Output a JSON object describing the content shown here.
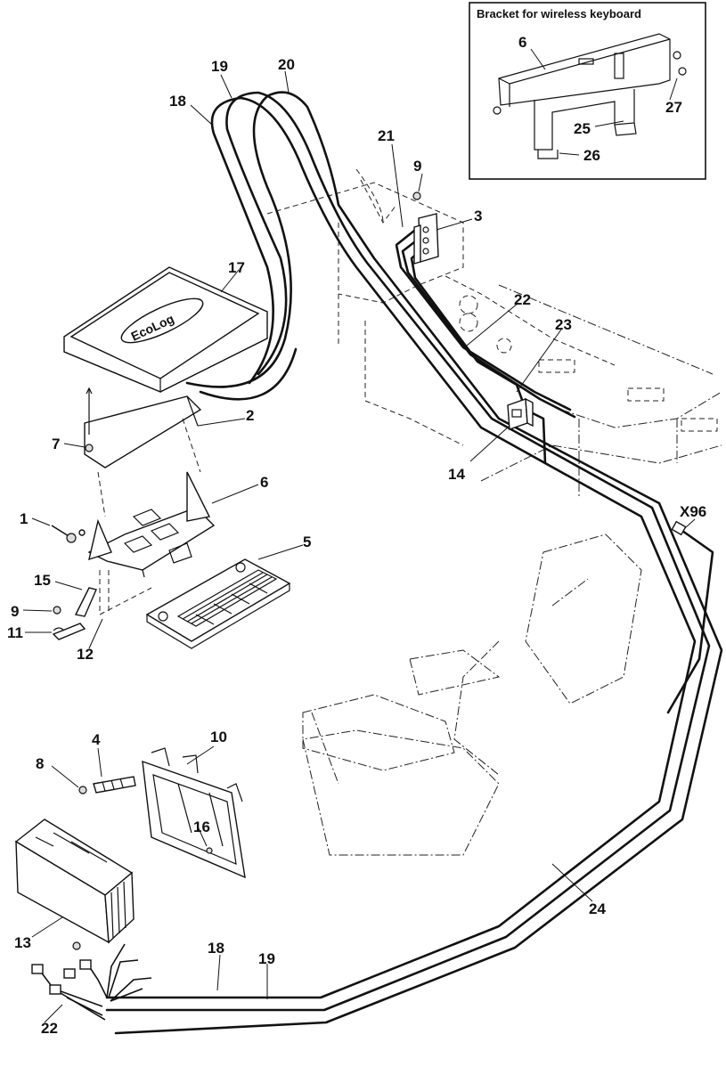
{
  "inset": {
    "title": "Bracket  for wireless keyboard"
  },
  "logo": {
    "text": "EcoLog"
  },
  "labels": {
    "n1": "1",
    "n2": "2",
    "n3": "3",
    "n4": "4",
    "n5": "5",
    "n6": "6",
    "n6b": "6",
    "n7": "7",
    "n8": "8",
    "n9a": "9",
    "n9b": "9",
    "n10": "10",
    "n11": "11",
    "n12": "12",
    "n13": "13",
    "n14": "14",
    "n15": "15",
    "n16": "16",
    "n17": "17",
    "n18a": "18",
    "n18b": "18",
    "n19a": "19",
    "n19b": "19",
    "n20": "20",
    "n21": "21",
    "n22a": "22",
    "n22b": "22",
    "n23": "23",
    "n24": "24",
    "n25": "25",
    "n26": "26",
    "n27": "27",
    "x96": "X96"
  }
}
